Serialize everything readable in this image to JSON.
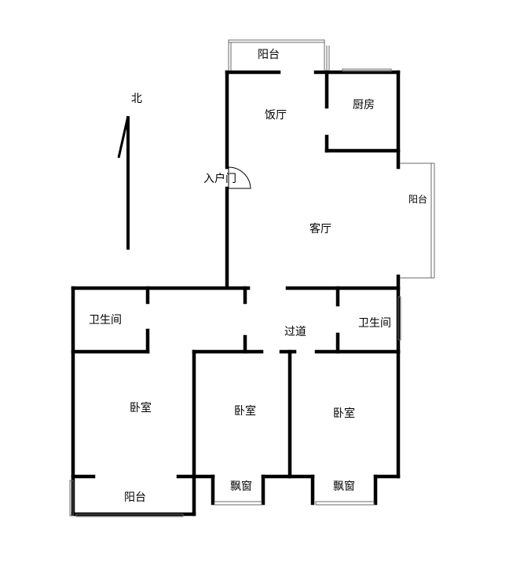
{
  "labels": {
    "north": "北",
    "balcony_top": "阳台",
    "dining": "饭厅",
    "kitchen": "厨房",
    "entrance": "入户门",
    "balcony_right": "阳台",
    "living": "客厅",
    "bath_left": "卫生间",
    "corridor": "过道",
    "bath_right": "卫生间",
    "bedroom_left": "卧室",
    "bedroom_mid": "卧室",
    "bedroom_right": "卧室",
    "bay_window_mid": "飘窗",
    "bay_window_right": "飘窗",
    "balcony_bottom": "阳台"
  }
}
